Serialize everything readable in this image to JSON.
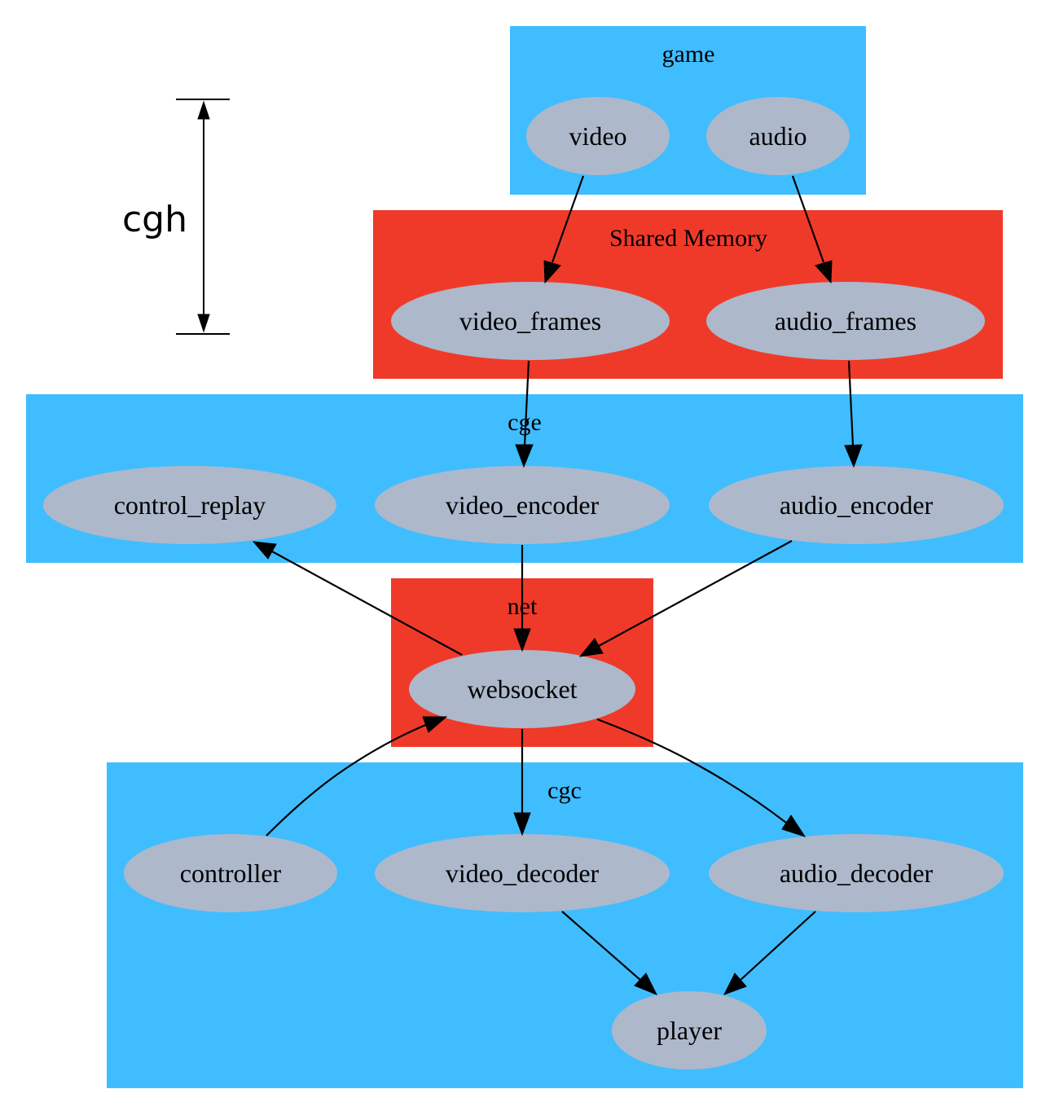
{
  "colors": {
    "cluster_blue": "#40bdff",
    "cluster_red": "#ef3a2a",
    "node_fill": "#adb8cb",
    "edge": "#000000"
  },
  "scale": {
    "label": "cgh"
  },
  "clusters": {
    "game": "game",
    "shared_memory": "Shared Memory",
    "cge": "cge",
    "net": "net",
    "cgc": "cgc"
  },
  "nodes": {
    "video": "video",
    "audio": "audio",
    "video_frames": "video_frames",
    "audio_frames": "audio_frames",
    "control_replay": "control_replay",
    "video_encoder": "video_encoder",
    "audio_encoder": "audio_encoder",
    "websocket": "websocket",
    "controller": "controller",
    "video_decoder": "video_decoder",
    "audio_decoder": "audio_decoder",
    "player": "player"
  },
  "edges": [
    {
      "from": "video",
      "to": "video_frames"
    },
    {
      "from": "audio",
      "to": "audio_frames"
    },
    {
      "from": "video_frames",
      "to": "video_encoder"
    },
    {
      "from": "audio_frames",
      "to": "audio_encoder"
    },
    {
      "from": "websocket",
      "to": "control_replay"
    },
    {
      "from": "video_encoder",
      "to": "websocket"
    },
    {
      "from": "audio_encoder",
      "to": "websocket"
    },
    {
      "from": "controller",
      "to": "websocket"
    },
    {
      "from": "websocket",
      "to": "video_decoder"
    },
    {
      "from": "websocket",
      "to": "audio_decoder"
    },
    {
      "from": "video_decoder",
      "to": "player"
    },
    {
      "from": "audio_decoder",
      "to": "player"
    }
  ]
}
